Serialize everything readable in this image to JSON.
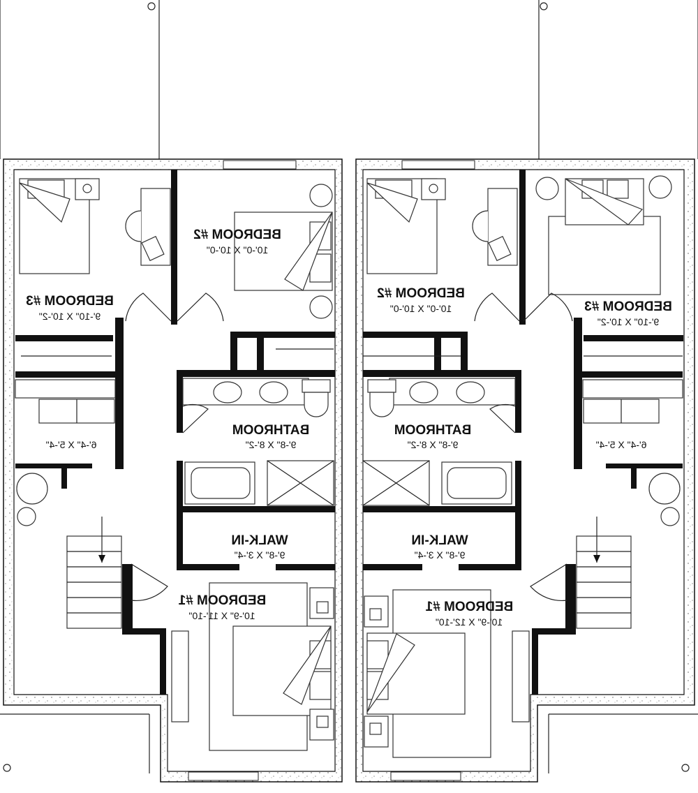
{
  "plan": {
    "left_unit": {
      "bedroom3": {
        "name": "BEDROOM #3",
        "dim": "9'-10\" X 10'-2\""
      },
      "bedroom2": {
        "name": "BEDROOM #2",
        "dim": "10'-0\" X 10'-0\""
      },
      "bathroom": {
        "name": "BATHROOM",
        "dim": "9'-8\" X 8'-2\""
      },
      "closet": {
        "dim": "6'-4\" X 5'-4\""
      },
      "walkin": {
        "name": "WALK-IN",
        "dim": "9'-8\" X 3'-4\""
      },
      "bedroom1": {
        "name": "BEDROOM #1",
        "dim": "10'-9\" X 11'-10\""
      }
    },
    "right_unit": {
      "bedroom2": {
        "name": "BEDROOM #2",
        "dim": "10'-0\" X 10'-0\""
      },
      "bedroom3": {
        "name": "BEDROOM #3",
        "dim": "9'-10\" X 10'-2\""
      },
      "bathroom": {
        "name": "BATHROOM",
        "dim": "9'-8\" X 8'-2\""
      },
      "closet": {
        "dim": "6'-4\" X 5'-4\""
      },
      "walkin": {
        "name": "WALK-IN",
        "dim": "9'-8\" X 3'-4\""
      },
      "bedroom1": {
        "name": "BEDROOM #1",
        "dim": "10'-9\" X 12'-10\""
      }
    }
  }
}
